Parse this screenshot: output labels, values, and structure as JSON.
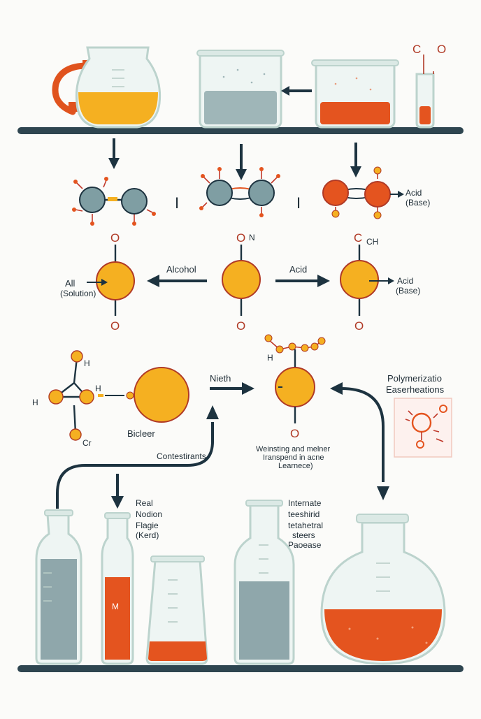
{
  "colors": {
    "amber": "#f5b021",
    "orange": "#e4541f",
    "slate": "#8fa7ab",
    "ink": "#1d3340",
    "shelf": "#2e4550"
  },
  "labels": {
    "top_tube_c": "C",
    "top_tube_o": "O",
    "row2_sep1": "I",
    "row2_sep2": "I",
    "row2_acid": "Acid",
    "row2_base": "(Base)",
    "row3_o_left_top": "O",
    "row3_o_left_bottom": "O",
    "row3_o_mid_top": "O",
    "row3_nh": "N",
    "row3_o_mid_bottom": "O",
    "row3_c_right": "C",
    "row3_ch": "CH",
    "row3_o_right_bottom": "O",
    "all": "All",
    "all_sub": "(Solution)",
    "alcohol": "Alcohol",
    "acid_mid": "Acid",
    "acid_right": "Acid",
    "acid_right_sub": "(Base)",
    "h_top": "H",
    "h_mid": "H",
    "h_left": "H",
    "cr": "Cr",
    "bicleer": "Bicleer",
    "nieth": "Nieth",
    "h_chain": "H",
    "o_center": "O",
    "polym_1": "Polymerizatio",
    "polym_2": "Easerheations",
    "contents": "Contestirants",
    "center_note_1": "Weinsting and melner",
    "center_note_2": "Iranspend in acne",
    "center_note_3": "Learnece)",
    "real_1": "Real",
    "real_2": "Nodion",
    "real_3": "Flagie",
    "real_4": "(Kerd)",
    "tube_label": "M",
    "inter_1": "Internate",
    "inter_2": "teeshirid",
    "inter_3": "tetahetral",
    "inter_4": "steers",
    "inter_5": "Paoease"
  }
}
